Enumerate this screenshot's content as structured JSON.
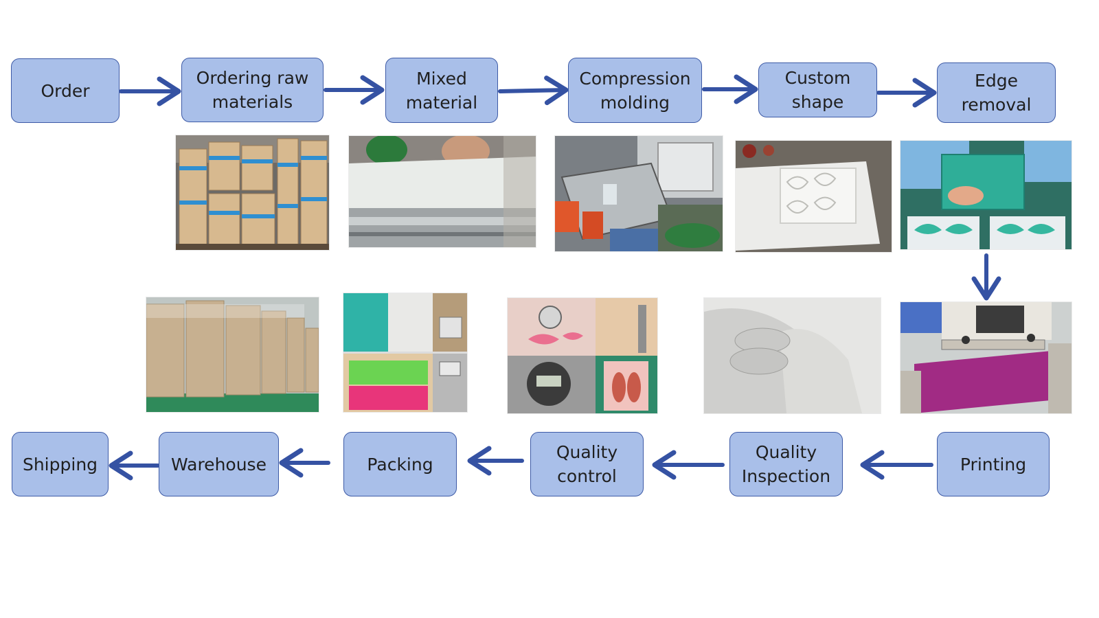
{
  "colors": {
    "box_fill": "#a9bfe9",
    "box_border": "#3d5aa6",
    "arrow": "#3552a3",
    "text": "#1f1f1f"
  },
  "steps": [
    {
      "id": "order",
      "label": "Order"
    },
    {
      "id": "ordering-raw-materials",
      "label": "Ordering raw\nmaterials"
    },
    {
      "id": "mixed-material",
      "label": "Mixed\nmaterial"
    },
    {
      "id": "compression-molding",
      "label": "Compression\nmolding"
    },
    {
      "id": "custom-shape",
      "label": "Custom\nshape"
    },
    {
      "id": "edge-removal",
      "label": "Edge\nremoval"
    },
    {
      "id": "printing",
      "label": "Printing"
    },
    {
      "id": "quality-inspection",
      "label": "Quality\nInspection"
    },
    {
      "id": "quality-control",
      "label": "Quality\ncontrol"
    },
    {
      "id": "packing",
      "label": "Packing"
    },
    {
      "id": "warehouse",
      "label": "Warehouse"
    },
    {
      "id": "shipping",
      "label": "Shipping"
    }
  ],
  "photos": [
    {
      "id": "raw-materials-boxes",
      "depicts": "stacked cardboard boxes of raw materials in warehouse"
    },
    {
      "id": "mixed-material-sheet",
      "depicts": "translucent silicone sheet on rolling machine"
    },
    {
      "id": "compression-molding-machine",
      "depicts": "compression molding press"
    },
    {
      "id": "custom-shape-tray",
      "depicts": "white tray with eye-patch shaped cavities"
    },
    {
      "id": "edge-removal-hands",
      "depicts": "worker trimming teal eye patches"
    },
    {
      "id": "printing-machine",
      "depicts": "screen printing machine with magenta sheet"
    },
    {
      "id": "quality-inspection-glove",
      "depicts": "gloved hand holding white gel eye patches"
    },
    {
      "id": "quality-control-collage",
      "depicts": "gauge and caliper measurements of patches"
    },
    {
      "id": "packing-collage",
      "depicts": "packed colored patches in bags and boxes"
    },
    {
      "id": "warehouse-boxes",
      "depicts": "shrink wrapped pallets of boxes"
    }
  ]
}
